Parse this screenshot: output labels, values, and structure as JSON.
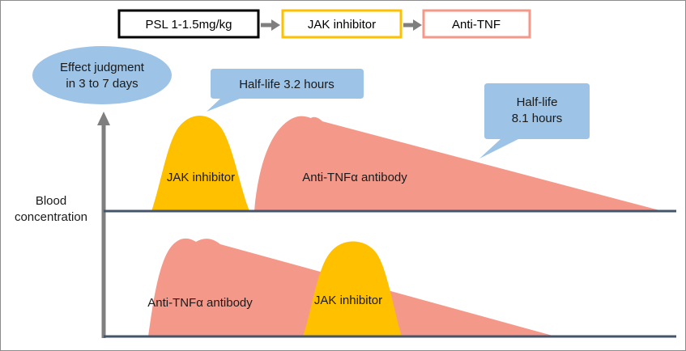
{
  "flow": {
    "step1": "PSL 1-1.5mg/kg",
    "step2": "JAK inhibitor",
    "step3": "Anti-TNF"
  },
  "ellipse": {
    "line1": "Effect judgment",
    "line2": "in 3 to 7 days"
  },
  "callouts": {
    "jak_halflife": "Half-life 3.2 hours",
    "tnf_halflife_line1": "Half-life",
    "tnf_halflife_line2": "8.1 hours"
  },
  "axis": {
    "ylabel_line1": "Blood",
    "ylabel_line2": "concentration"
  },
  "top_panel": {
    "jak_label": "JAK inhibitor",
    "tnf_label": "Anti-TNFα antibody"
  },
  "bottom_panel": {
    "tnf_label": "Anti-TNFα antibody",
    "jak_label": "JAK inhibitor"
  },
  "colors": {
    "jak": "#FFC000",
    "tnf": "#F4998A",
    "callout": "#9DC3E6",
    "axis": "#7F7F7F",
    "baseline": "#44546A",
    "box1_border": "#000000",
    "box2_border": "#FFC000",
    "box3_border": "#F4998A"
  }
}
